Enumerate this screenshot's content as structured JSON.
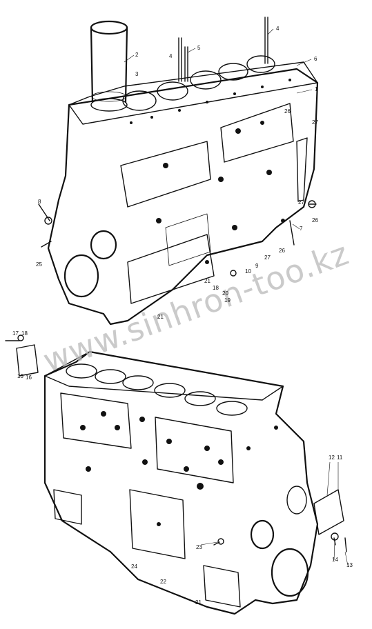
{
  "watermark": "www.sinhron-too.kz",
  "upper_view": {
    "callouts": [
      "1",
      "2",
      "3",
      "4",
      "4",
      "5",
      "6",
      "8",
      "9",
      "10",
      "7",
      "18",
      "19",
      "20",
      "21",
      "21",
      "25",
      "26",
      "26",
      "26",
      "27",
      "27",
      "27"
    ]
  },
  "lower_view": {
    "callouts": [
      "17",
      "18",
      "15",
      "16",
      "11",
      "12",
      "13",
      "14",
      "21",
      "22",
      "23",
      "24"
    ]
  }
}
